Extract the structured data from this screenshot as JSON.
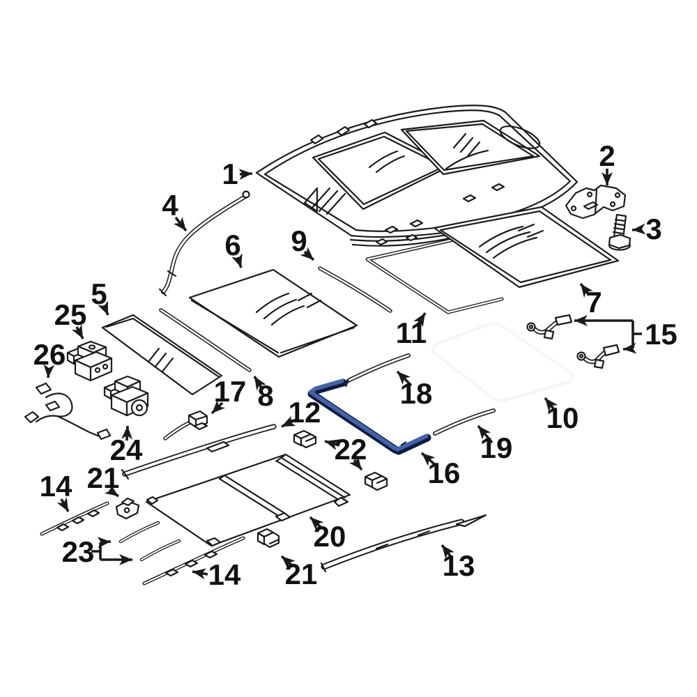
{
  "diagram": {
    "type": "exploded-parts-diagram",
    "subject": "sunroof-assembly",
    "background": "#ffffff",
    "line_color": "#1a1a1a",
    "highlight_color": "#4363ab",
    "highlight_outline": "#0d1a3c",
    "highlighted_callout": "16",
    "callouts": [
      {
        "label": "1"
      },
      {
        "label": "2"
      },
      {
        "label": "3"
      },
      {
        "label": "4"
      },
      {
        "label": "5"
      },
      {
        "label": "6"
      },
      {
        "label": "9"
      },
      {
        "label": "7"
      },
      {
        "label": "11"
      },
      {
        "label": "15"
      },
      {
        "label": "10"
      },
      {
        "label": "8"
      },
      {
        "label": "17"
      },
      {
        "label": "12"
      },
      {
        "label": "18"
      },
      {
        "label": "19"
      },
      {
        "label": "16"
      },
      {
        "label": "22"
      },
      {
        "label": "20"
      },
      {
        "label": "21"
      },
      {
        "label": "23"
      },
      {
        "label": "14"
      },
      {
        "label": "14"
      },
      {
        "label": "21"
      },
      {
        "label": "13"
      },
      {
        "label": "24"
      },
      {
        "label": "25"
      },
      {
        "label": "26"
      }
    ]
  }
}
